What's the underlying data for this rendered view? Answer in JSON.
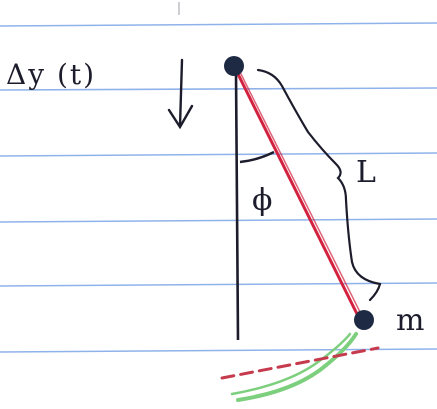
{
  "labels": {
    "displacement": "Δy (t)",
    "angle": "ϕ",
    "length": "L",
    "mass": "m"
  },
  "colors": {
    "paper": "#ffffff",
    "rule_line": "#8fb2ea",
    "ink": "#1c1c2c",
    "string": "#d3223f",
    "pivot": "#1e2a44",
    "path_green": "#7ccf7c",
    "path_dashed": "#c63a4e"
  },
  "icons": {
    "arrow": "down-arrow-icon"
  }
}
